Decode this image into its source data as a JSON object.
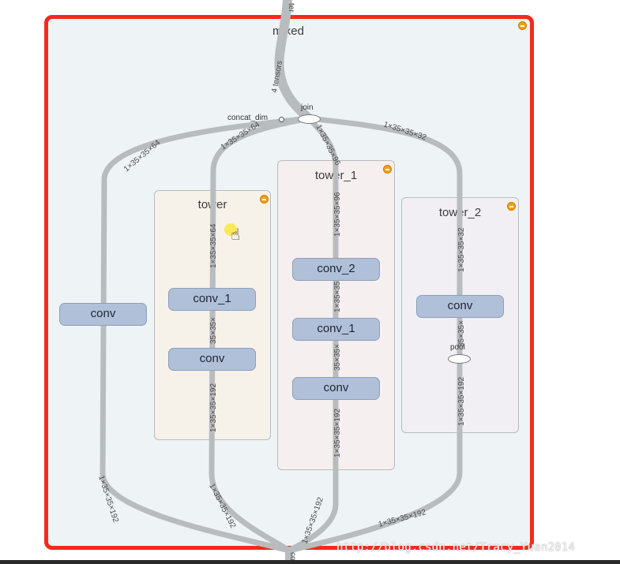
{
  "graph": {
    "namespace_title": "mixed",
    "join_label": "join",
    "concat_label": "concat_dim",
    "pool_label": "pool",
    "top_edge_label": "4 tensors",
    "top_edge_cut_label": "ter",
    "bottom_edge_cut_label": "co",
    "groups": [
      {
        "id": "tower",
        "title": "tower"
      },
      {
        "id": "tower1",
        "title": "tower_1"
      },
      {
        "id": "tower2",
        "title": "tower_2"
      }
    ],
    "ops": {
      "conv_left": "conv",
      "tower_conv_1": "conv_1",
      "tower_conv": "conv",
      "tower1_conv_2": "conv_2",
      "tower1_conv_1": "conv_1",
      "tower1_conv": "conv",
      "tower2_conv": "conv"
    },
    "edge_labels": {
      "e64": "1×35×35×64",
      "e64b": "1×35×35×64",
      "e96": "1×35×35×96",
      "e32": "1×35×35×32",
      "e192": "1×35×35×192",
      "e35": "1×35×35×",
      "e35b": "35×35×"
    }
  },
  "watermark": "http://blog.csdn.net/Tracy_Yuan2014",
  "colors": {
    "frame_border": "#f52a1c",
    "edge": "#b9bcbf",
    "op_fill": "#b0c0d8"
  }
}
